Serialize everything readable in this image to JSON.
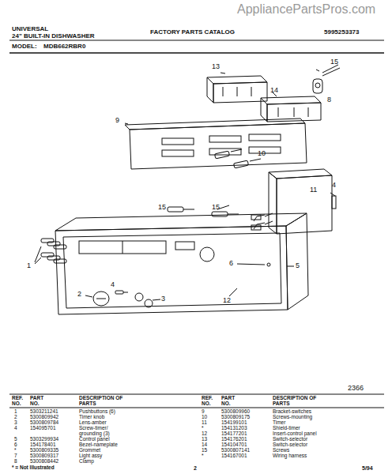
{
  "diagram": {
    "title": "FACTORY PARTS CATALOG",
    "labels": [
      "AppliancePartsPros.com",
      "UNIVERSAL",
      "24\" BUILT-IN DISHWASHER",
      "5995253373",
      "MODEL:",
      "MDB662RBR0",
      "15",
      "13",
      "8",
      "14",
      "9",
      "10",
      "4",
      "11",
      "15",
      "15",
      "1",
      "2",
      "4",
      "3",
      "6",
      "5",
      "12",
      "2366",
      "REF. NO.",
      "PART NO.",
      "DESCRIPTION OF PARTS",
      "REF. NO.",
      "PART NO.",
      "DESCRIPTION OF PARTS",
      "1",
      "5303211241",
      "Pushbuttons (6)",
      "2",
      "5300809942",
      "Timer knob",
      "3",
      "5300809784",
      "Lens-amber",
      "4",
      "154095701",
      "Screw-timer/ grounding (3)",
      "5",
      "5303299934",
      "Control panel",
      "6",
      "154178401",
      "Bezel-nameplate",
      "*",
      "5300809335",
      "Grommet",
      "7",
      "5300809317",
      "Light assy",
      "8",
      "5300808442",
      "Clamp",
      "9",
      "5300809960",
      "Bracket-switches",
      "10",
      "5300809175",
      "Screws-mounting",
      "11",
      "154199101",
      "Timer",
      "*",
      "154131203",
      "Shield-timer",
      "12",
      "154177201",
      "Insert-control panel",
      "13",
      "154176201",
      "Switch-selector",
      "14",
      "154104701",
      "Switch-selector",
      "15",
      "5300807141",
      "Screws",
      "*",
      "154167001",
      "Wiring harness",
      "* = Not Illustrated",
      "2",
      "5/94"
    ]
  }
}
